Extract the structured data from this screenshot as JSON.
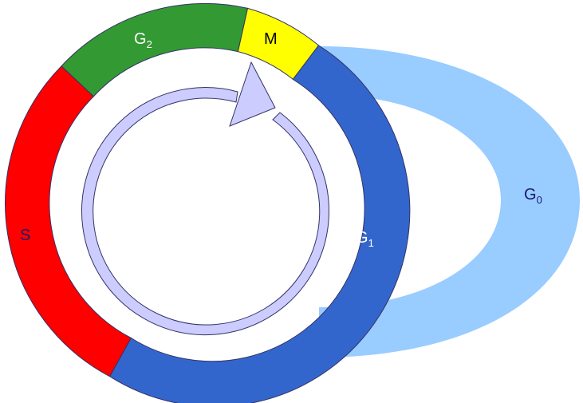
{
  "diagram": {
    "phases": [
      {
        "id": "g2",
        "main": "G",
        "sub": "2",
        "color": "#339933",
        "label_color": "#ffffff"
      },
      {
        "id": "m",
        "main": "M",
        "sub": "",
        "color": "#ffff00",
        "label_color": "#000000"
      },
      {
        "id": "g1",
        "main": "G",
        "sub": "1",
        "color": "#3366cc",
        "label_color": "#ffffff"
      },
      {
        "id": "s",
        "main": "S",
        "sub": "",
        "color": "#ff0000",
        "label_color": "#1a1a6e"
      },
      {
        "id": "g0",
        "main": "G",
        "sub": "0",
        "color": "#99ccff",
        "label_color": "#1a1a6e"
      }
    ],
    "arrow_color": "#ccccff",
    "outline_color": "#333366"
  }
}
